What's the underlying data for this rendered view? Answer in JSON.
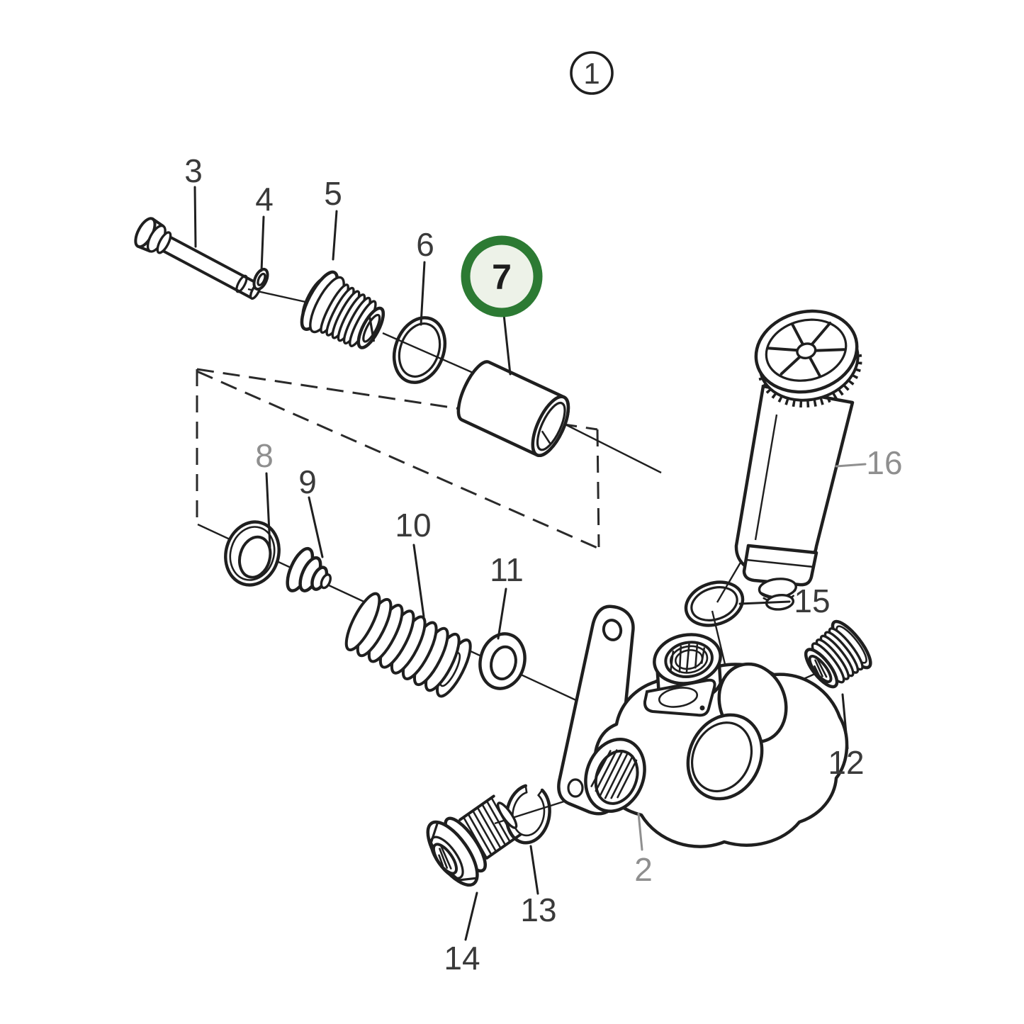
{
  "figure": {
    "kind": "exploded-parts-diagram",
    "description": "Fuel feed pump exploded view with numbered callouts"
  },
  "colors": {
    "background": "#ffffff",
    "line": "#1f1f1f",
    "label": "#3a3a3a",
    "label_muted": "#8f8f8f",
    "highlight_ring": "#2c7a33",
    "highlight_fill": "#edf2e8"
  },
  "assembly": {
    "number": "1"
  },
  "highlight": {
    "number": "7"
  },
  "parts": {
    "p2": "2",
    "p3": "3",
    "p4": "4",
    "p5": "5",
    "p6": "6",
    "p8": "8",
    "p9": "9",
    "p10": "10",
    "p11": "11",
    "p12": "12",
    "p13": "13",
    "p14": "14",
    "p15": "15",
    "p16": "16"
  },
  "muted_part_numbers": [
    "2",
    "8",
    "16"
  ]
}
